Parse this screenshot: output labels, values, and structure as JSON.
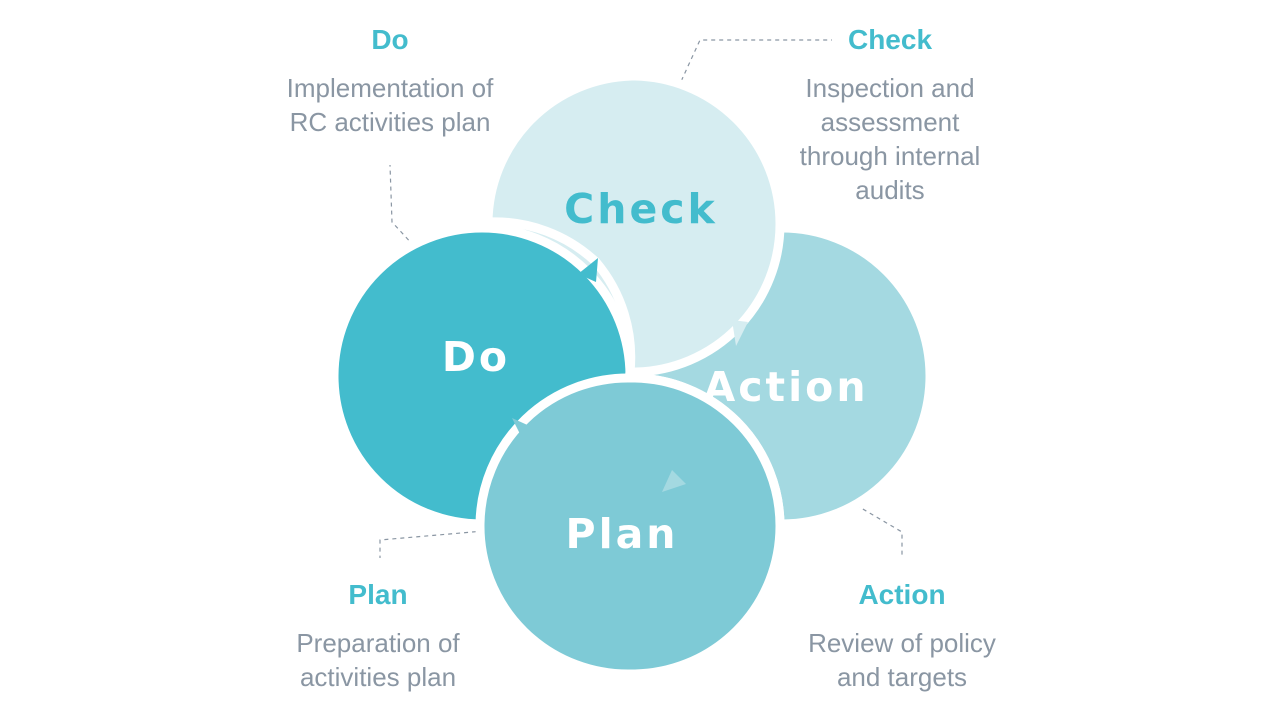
{
  "colors": {
    "do": "#43bccd",
    "check": "#d6edf1",
    "action": "#a4d9e1",
    "plan": "#7ecad6",
    "check_text": "#43bccd",
    "title_accent": "#43bccd",
    "desc_text": "#8a96a3",
    "leader": "#8a96a3"
  },
  "circles": {
    "do": {
      "label": "Do"
    },
    "check": {
      "label": "Check"
    },
    "action": {
      "label": "Action"
    },
    "plan": {
      "label": "Plan"
    }
  },
  "callouts": {
    "do": {
      "title": "Do",
      "description": "Implementation of\nRC activities plan"
    },
    "check": {
      "title": "Check",
      "description": "Inspection and\nassessment\nthrough internal\naudits"
    },
    "plan": {
      "title": "Plan",
      "description": "Preparation of\nactivities plan"
    },
    "action": {
      "title": "Action",
      "description": "Review of policy\nand targets"
    }
  }
}
